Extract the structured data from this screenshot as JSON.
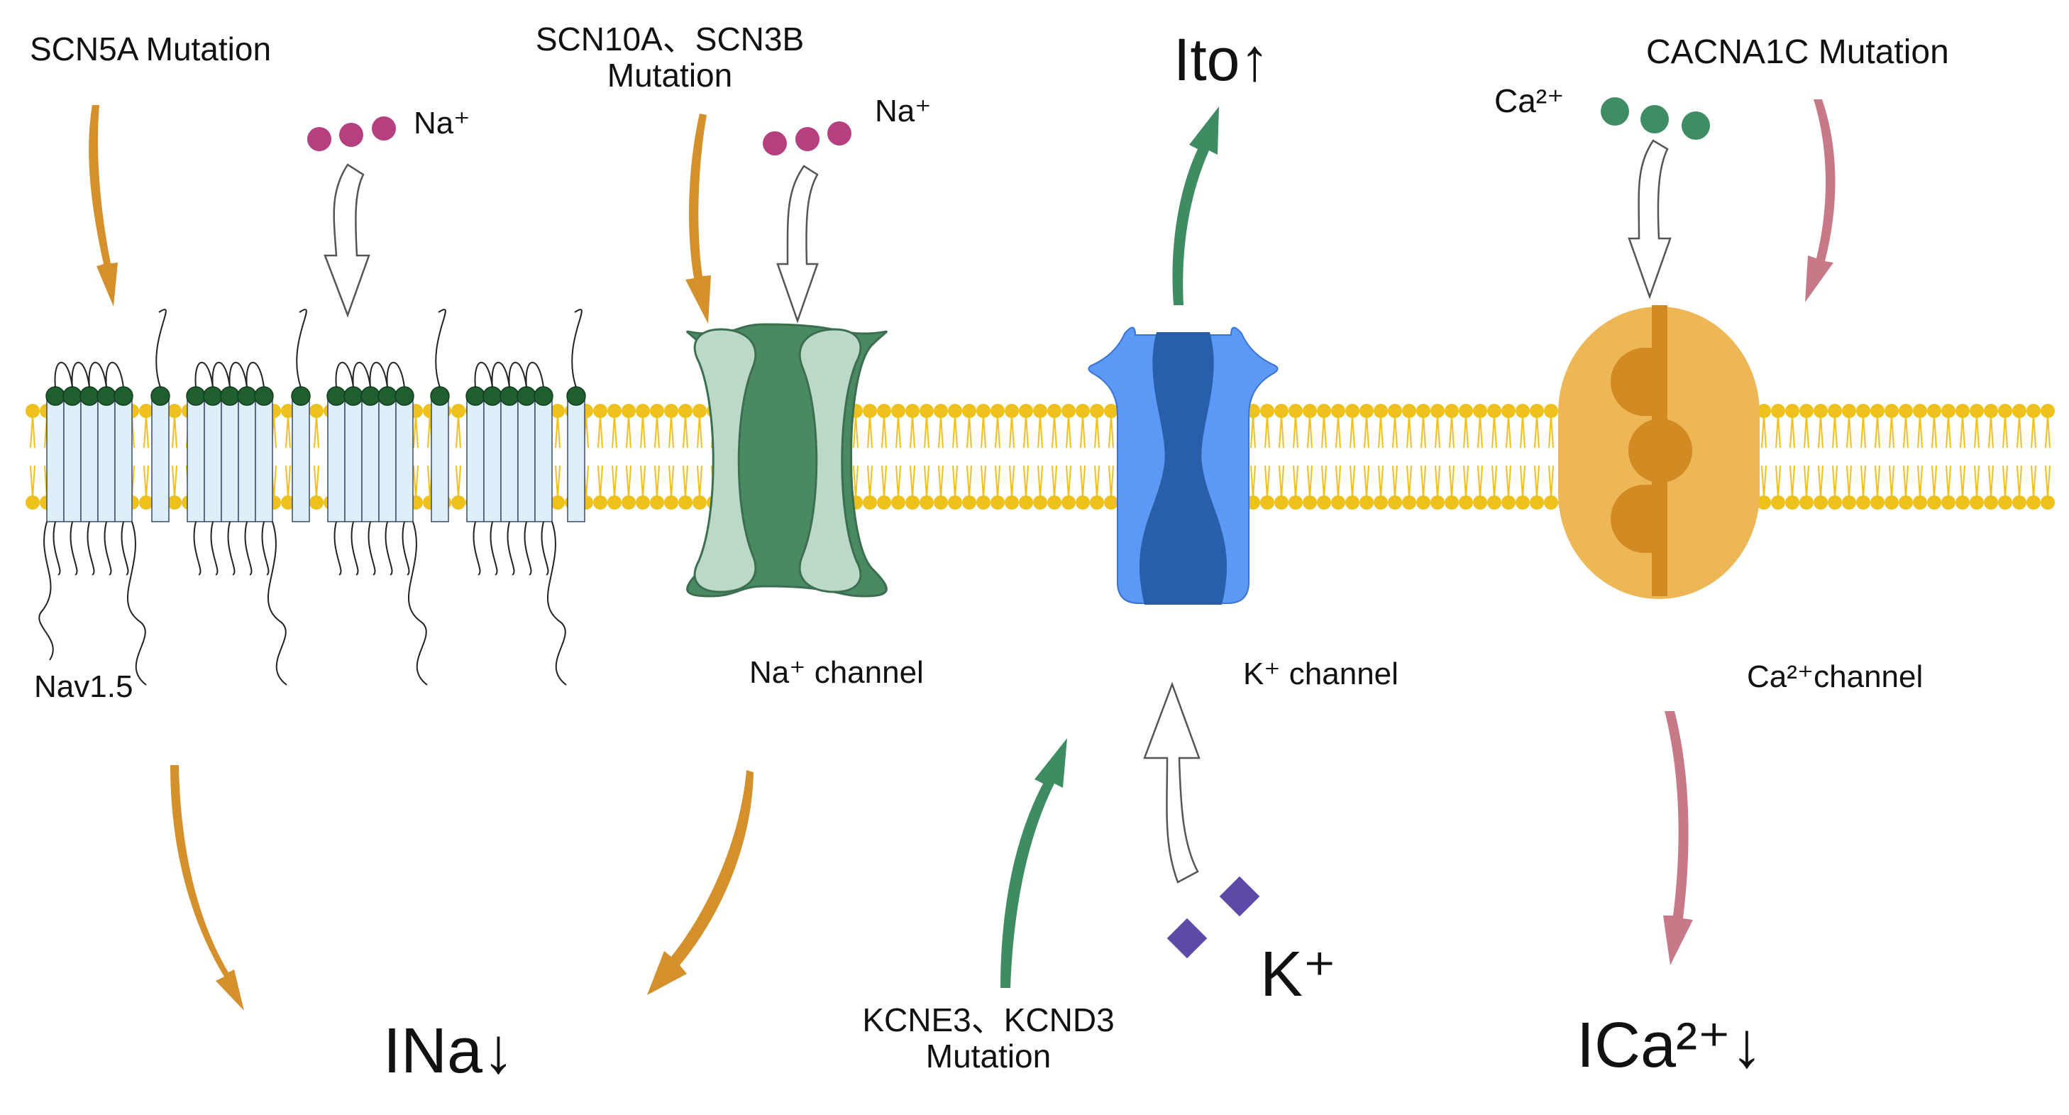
{
  "mutations": {
    "scn5a": "SCN5A Mutation",
    "scn10a_line1": "SCN10A、SCN3B",
    "scn10a_line2": "Mutation",
    "cacna1c": "CACNA1C Mutation",
    "kcne3_line1": "KCNE3、KCND3",
    "kcne3_line2": "Mutation"
  },
  "ions": {
    "na_left": "Na⁺",
    "na_right": "Na⁺",
    "ca": "Ca²⁺",
    "k": "K⁺"
  },
  "channels": {
    "nav": "Nav1.5",
    "na": "Na⁺ channel",
    "k": "K⁺ channel",
    "ca": "Ca²⁺channel"
  },
  "currents": {
    "ito": "Ito↑",
    "ina": "INa↓",
    "ica": "ICa²⁺↓"
  },
  "colors": {
    "membrane": "#EFC11C",
    "orange_arrow": "#D4902A",
    "green_arrow": "#3F8C63",
    "pink_arrow": "#C87988",
    "na_ion": "#B5407F",
    "ca_ion": "#3E8D64",
    "k_ion": "#5F49A6",
    "na_channel_light": "#BCD9C8",
    "na_channel_dark": "#4A8A63",
    "k_channel_light": "#5C99F6",
    "k_channel_dark": "#295EAA",
    "ca_channel_light": "#EDB756",
    "ca_channel_dark": "#D28B22"
  },
  "icons": [
    "membrane-bilayer",
    "nav15-domains",
    "na-channel-icon",
    "k-channel-icon",
    "ca-channel-icon"
  ]
}
